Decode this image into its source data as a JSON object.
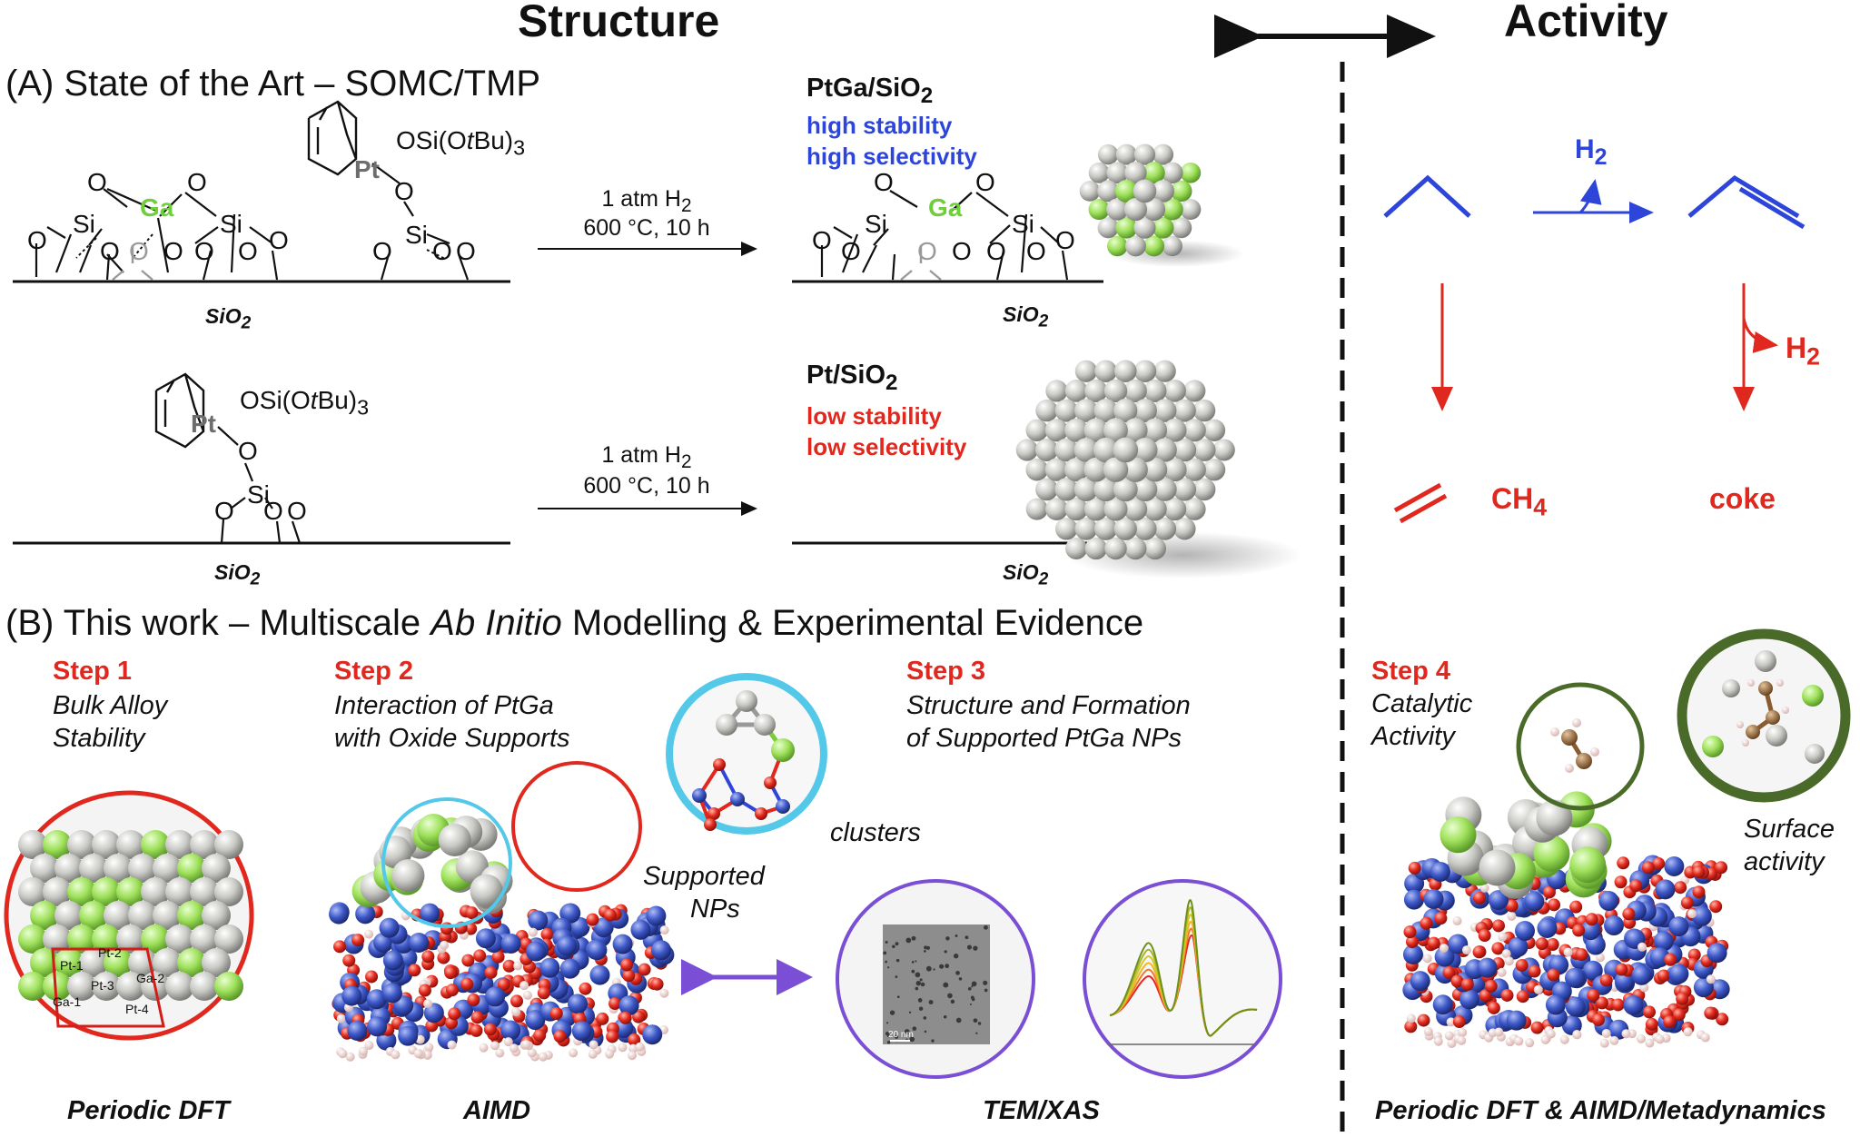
{
  "header": {
    "structure": "Structure",
    "activity": "Activity"
  },
  "section_a": {
    "title": "(A) State of the Art – SOMC/TMP",
    "support": "SiO2",
    "ligand": "OSi(OtBu)3",
    "conditions_line1": "1 atm H2",
    "conditions_line2": "600 °C, 10 h",
    "ptga": {
      "name": "PtGa/SiO2",
      "line1": "high stability",
      "line2": "high selectivity"
    },
    "pt": {
      "name": "Pt/SiO2",
      "line1": "low stability",
      "line2": "low selectivity"
    }
  },
  "activity_scheme": {
    "h2_top": "H2",
    "h2_right": "H2",
    "ch4": "CH4",
    "coke": "coke"
  },
  "section_b": {
    "title_pre": "(B) This work – Multiscale ",
    "title_italic": "Ab Initio",
    "title_post": " Modelling & Experimental Evidence",
    "step1": {
      "title": "Step 1",
      "desc1": "Bulk Alloy",
      "desc2": "Stability"
    },
    "step2": {
      "title": "Step 2",
      "desc1": "Interaction of PtGa",
      "desc2": "with Oxide Supports"
    },
    "step3": {
      "title": "Step 3",
      "desc1": "Structure and Formation",
      "desc2": "of Supported PtGa NPs"
    },
    "step4": {
      "title": "Step 4",
      "desc1": "Catalytic",
      "desc2": "Activity"
    },
    "clusters": "clusters",
    "supported1": "Supported",
    "supported2": "NPs",
    "surface1": "Surface",
    "surface2": "activity",
    "slab_labels": [
      "Pt-1",
      "Pt-2",
      "Pt-3",
      "Ga-2",
      "Ga-1",
      "Pt-4"
    ],
    "tem_scale": "20 nm",
    "method1": "Periodic DFT",
    "method2": "AIMD",
    "method3": "TEM/XAS",
    "method4": "Periodic DFT & AIMD/Metadynamics"
  },
  "colors": {
    "platinum": "#c9c9c5",
    "gallium": "#9ee05a",
    "silicon": "#3d58c8",
    "oxygen": "#e52a1e",
    "hydrogen": "#f3d7d5",
    "carbon": "#9a6a3c",
    "red": "#e0281e",
    "blue": "#2d45d8",
    "purple": "#7a4fd6",
    "cyan": "#54c8e8",
    "olive": "#4a6a2a"
  }
}
